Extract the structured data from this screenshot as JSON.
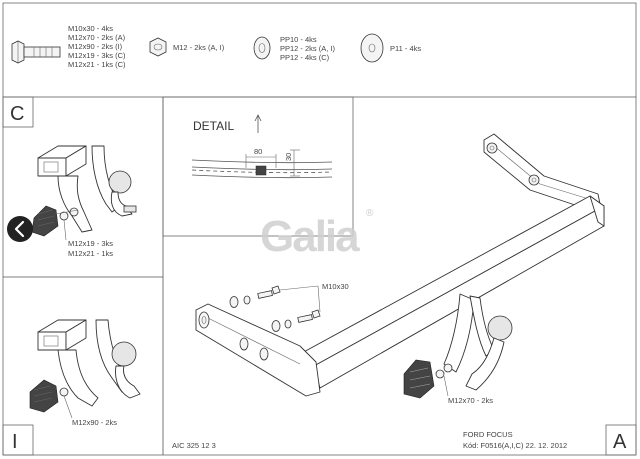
{
  "parts": {
    "bolt_labels": [
      "M10x30 - 4ks",
      "M12x70 - 2ks (A)",
      "M12x90 - 2ks (I)",
      "M12x19 - 3ks (C)",
      "M12x21 - 1ks (C)"
    ],
    "nut_label": "M12 - 2ks (A, I)",
    "washer_labels": [
      "PP10 - 4ks",
      "PP12 - 2ks (A, I)",
      "PP12 - 4ks (C)"
    ],
    "plate_label": "P11 - 4ks"
  },
  "panel_c": {
    "letter": "C",
    "labels": [
      "M12x19 - 3ks",
      "M12x21 - 1ks"
    ]
  },
  "panel_i": {
    "letter": "I",
    "label": "M12x90 - 2ks"
  },
  "detail": {
    "title": "DETAIL",
    "dim_width": "80",
    "dim_height": "30"
  },
  "brand": {
    "name": "Galia",
    "registered": "®"
  },
  "main": {
    "bolt_callout": "M10x30",
    "ball_callout": "M12x70 - 2ks",
    "letter": "A"
  },
  "footer": {
    "code": "AIC 325 12 3",
    "car": "FORD FOCUS",
    "kod": "Kód: F0516(A,I,C)  22. 12. 2012"
  },
  "colors": {
    "line": "#555555",
    "watermark": "#cfcfcf",
    "nav_button": "#222222"
  }
}
